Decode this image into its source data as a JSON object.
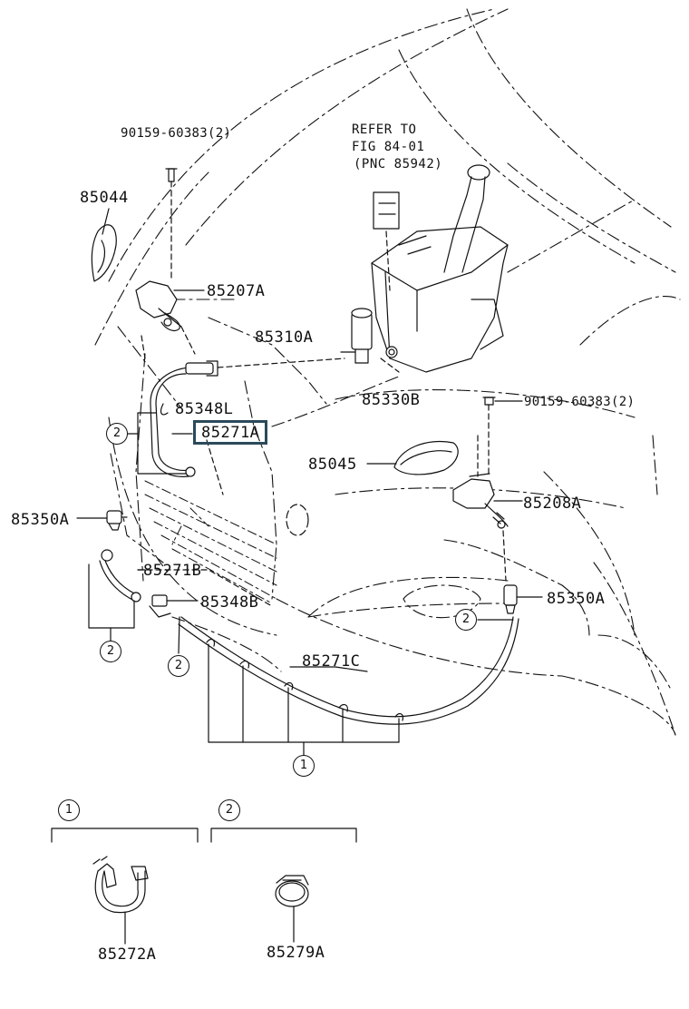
{
  "labels": {
    "bolt_top": "90159-60383(2)",
    "refer_line1": "REFER TO",
    "refer_line2": "FIG 84-01",
    "refer_line3": "(PNC 85942)",
    "p85044": "85044",
    "p85207A": "85207A",
    "p85310A": "85310A",
    "p85330B": "85330B",
    "p85348L": "85348L",
    "p85271A": "85271A",
    "bolt_right": "90159-60383(2)",
    "p85045": "85045",
    "p85208A": "85208A",
    "p85350A_left": "85350A",
    "p85271B": "85271B",
    "p85348B": "85348B",
    "p85350A_right": "85350A",
    "p85271C": "85271C",
    "p85272A": "85272A",
    "p85279A": "85279A"
  },
  "callouts": {
    "c1": "1",
    "c2": "2"
  },
  "highlight_color": "#2b4a5a"
}
